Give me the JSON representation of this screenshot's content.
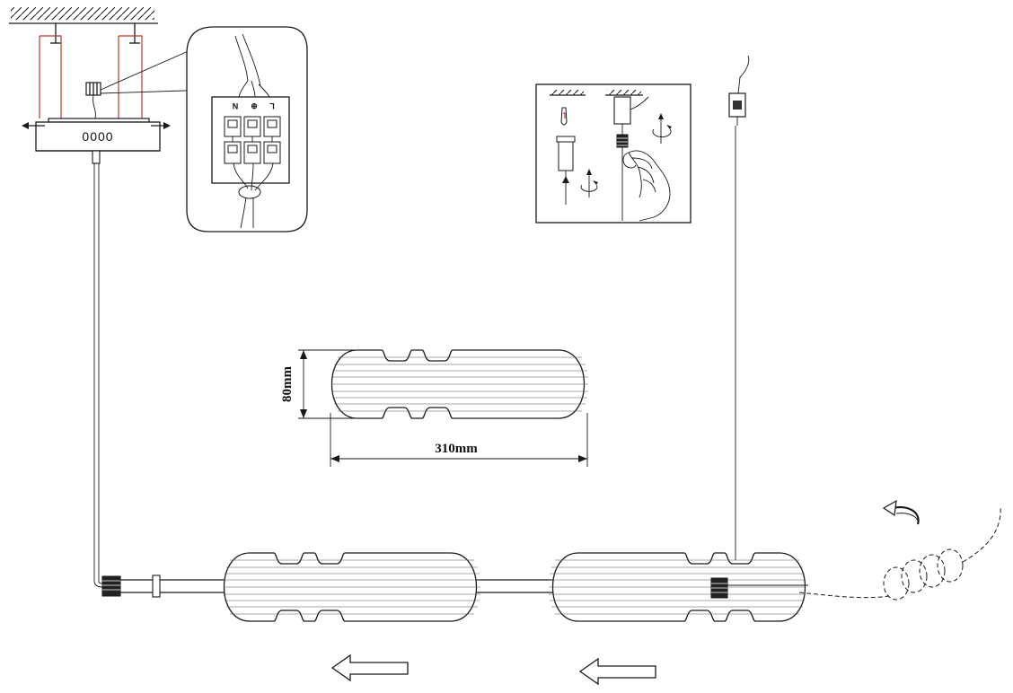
{
  "canopy": {
    "display_text": "0000"
  },
  "terminal_block": {
    "labels": [
      "N",
      "⊕",
      "L"
    ]
  },
  "dimensions": {
    "height_label": "80mm",
    "length_label": "310mm"
  },
  "colors": {
    "line": "#1a1a1a",
    "wire_red": "#c0392b",
    "background": "#ffffff"
  },
  "icons": [
    "ceiling-hatch-icon",
    "rotate-arrow-icon",
    "hand-icon",
    "direction-arrow-icon"
  ]
}
